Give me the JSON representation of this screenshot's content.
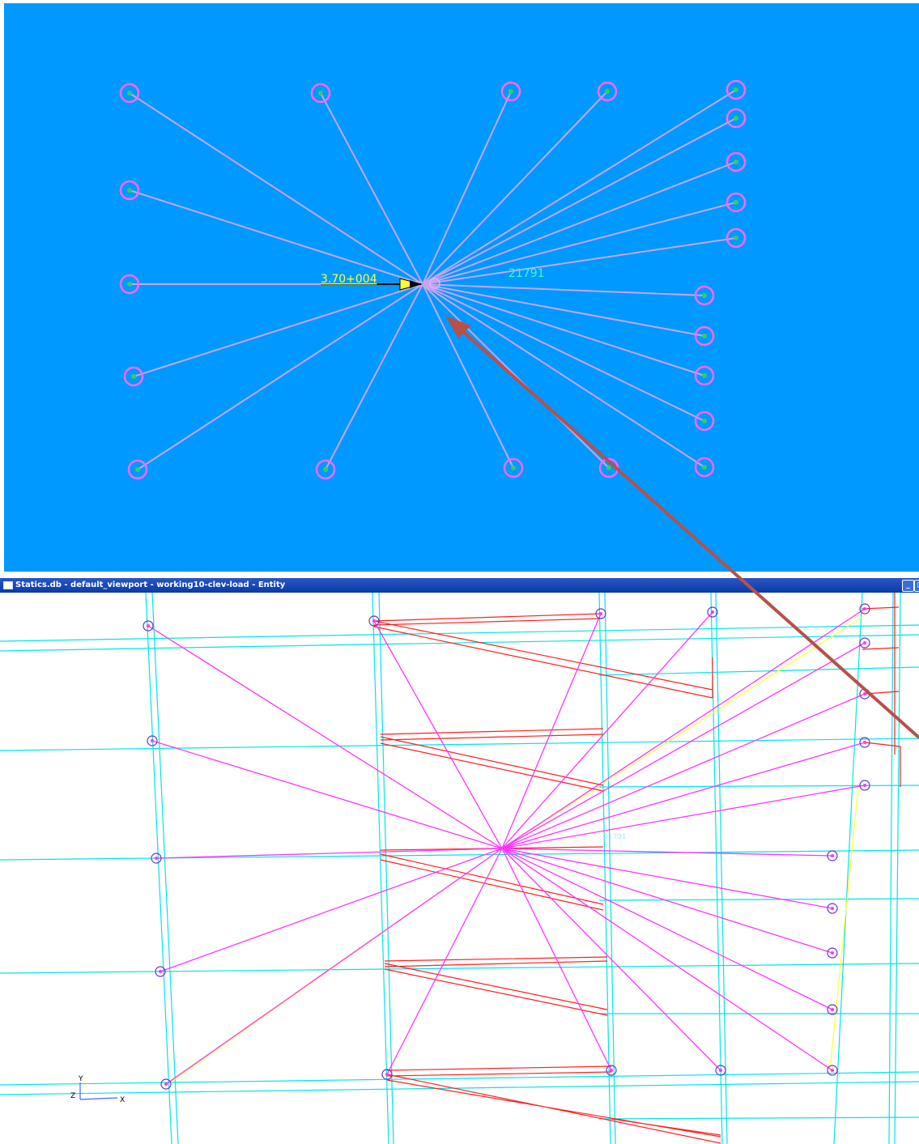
{
  "top_viewport": {
    "background": "#0099ff",
    "spider_color": "#c8a4f0",
    "node_ring_color": "#ff66ff",
    "node_core_color": "#33cc66",
    "load_label_color": "#ffff33",
    "value_label_color": "#33ffcc",
    "load_label": "3.70+004",
    "value_label": "21791"
  },
  "bottom_window": {
    "title": "Statics.db - default_viewport - working10-clev-load - Entity",
    "mesh_color": "#00e5e5",
    "spider_color": "#ff33ff",
    "beam_color": "#ff2020",
    "diagonal_color": "#ffff33",
    "node_color": "#6633cc",
    "axis_y": "Y",
    "axis_z": "Z",
    "axis_x": "X",
    "center_tag": "21791"
  },
  "callout_arrow_color": "#b8504a"
}
